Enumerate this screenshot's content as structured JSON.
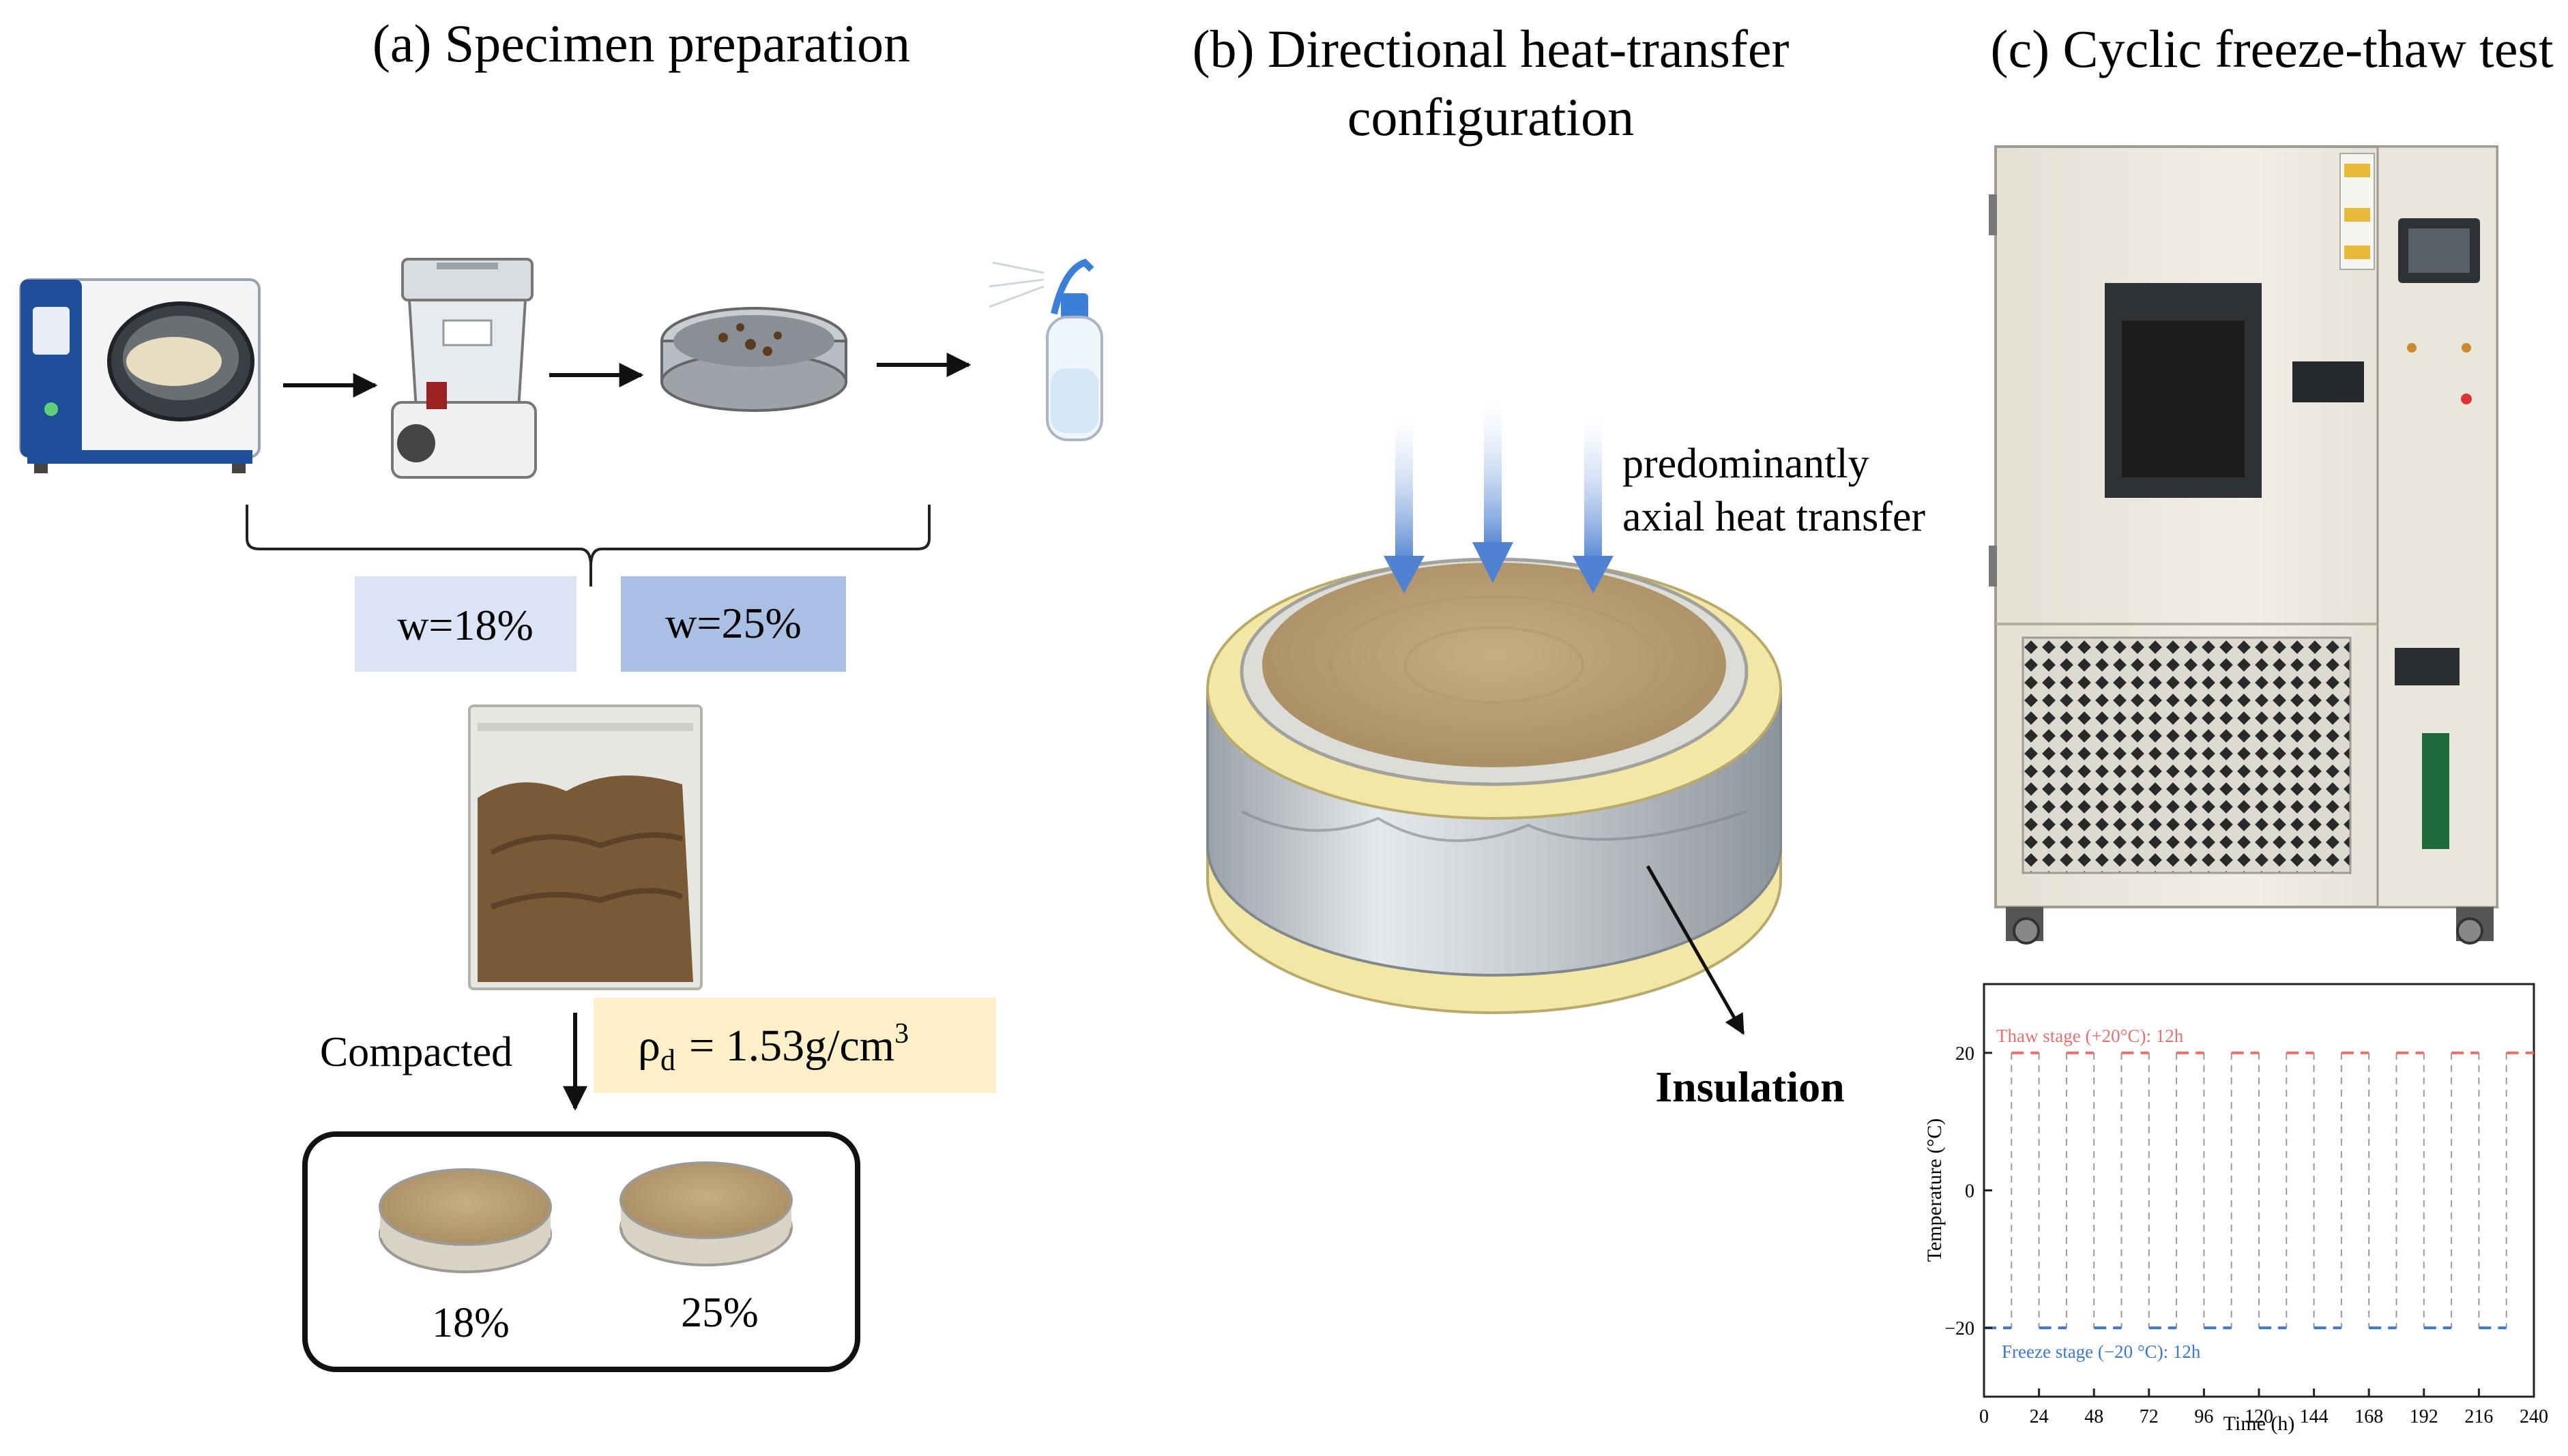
{
  "panels": {
    "a": {
      "title": "(a) Specimen preparation",
      "water_contents": [
        "w=18%",
        "w=25%"
      ],
      "compacted_label": "Compacted",
      "density": {
        "symbol": "ρ",
        "subscript": "d",
        "equation": "= 1.53g/cm",
        "exponent": "3"
      },
      "specimen_labels": [
        "18%",
        "25%"
      ]
    },
    "b": {
      "title_line1": "(b) Directional heat-transfer",
      "title_line2": "configuration",
      "heat_line1": "predominantly",
      "heat_line2": "axial heat transfer",
      "insulation_label": "Insulation"
    },
    "c": {
      "title": "(c) Cyclic freeze-thaw test"
    }
  },
  "colors": {
    "box_light": "#dbe4f4",
    "box_dark": "#aabfe4",
    "density_box": "#fdf0c8",
    "thaw_line": "#e8706e",
    "freeze_line": "#3a78d4",
    "soil": "#bfa47a",
    "insulation": "#f3e7a6",
    "heat_arrow": "#5b8ad6"
  },
  "chart_data": {
    "type": "line",
    "xlabel": "Time (h)",
    "ylabel": "Temperature (°C)",
    "xlim": [
      0,
      240
    ],
    "ylim": [
      -30,
      30
    ],
    "xticks": [
      0,
      24,
      48,
      72,
      96,
      120,
      144,
      168,
      192,
      216,
      240
    ],
    "yticks": [
      20,
      0,
      -20
    ],
    "grid": false,
    "series": [
      {
        "name": "Thaw stage (+20°C): 12h",
        "value": 20,
        "segments": [
          [
            12,
            24
          ],
          [
            36,
            48
          ],
          [
            60,
            72
          ],
          [
            84,
            96
          ],
          [
            108,
            120
          ],
          [
            132,
            144
          ],
          [
            156,
            168
          ],
          [
            180,
            192
          ],
          [
            204,
            216
          ],
          [
            228,
            240
          ]
        ]
      },
      {
        "name": "Freeze stage (−20 °C): 12h",
        "value": -20,
        "segments": [
          [
            0,
            12
          ],
          [
            24,
            36
          ],
          [
            48,
            60
          ],
          [
            72,
            84
          ],
          [
            96,
            108
          ],
          [
            120,
            132
          ],
          [
            144,
            156
          ],
          [
            168,
            180
          ],
          [
            192,
            204
          ],
          [
            216,
            228
          ]
        ]
      }
    ],
    "transition_times": [
      12,
      24,
      36,
      48,
      60,
      72,
      84,
      96,
      108,
      120,
      132,
      144,
      156,
      168,
      180,
      192,
      204,
      216,
      228
    ]
  }
}
